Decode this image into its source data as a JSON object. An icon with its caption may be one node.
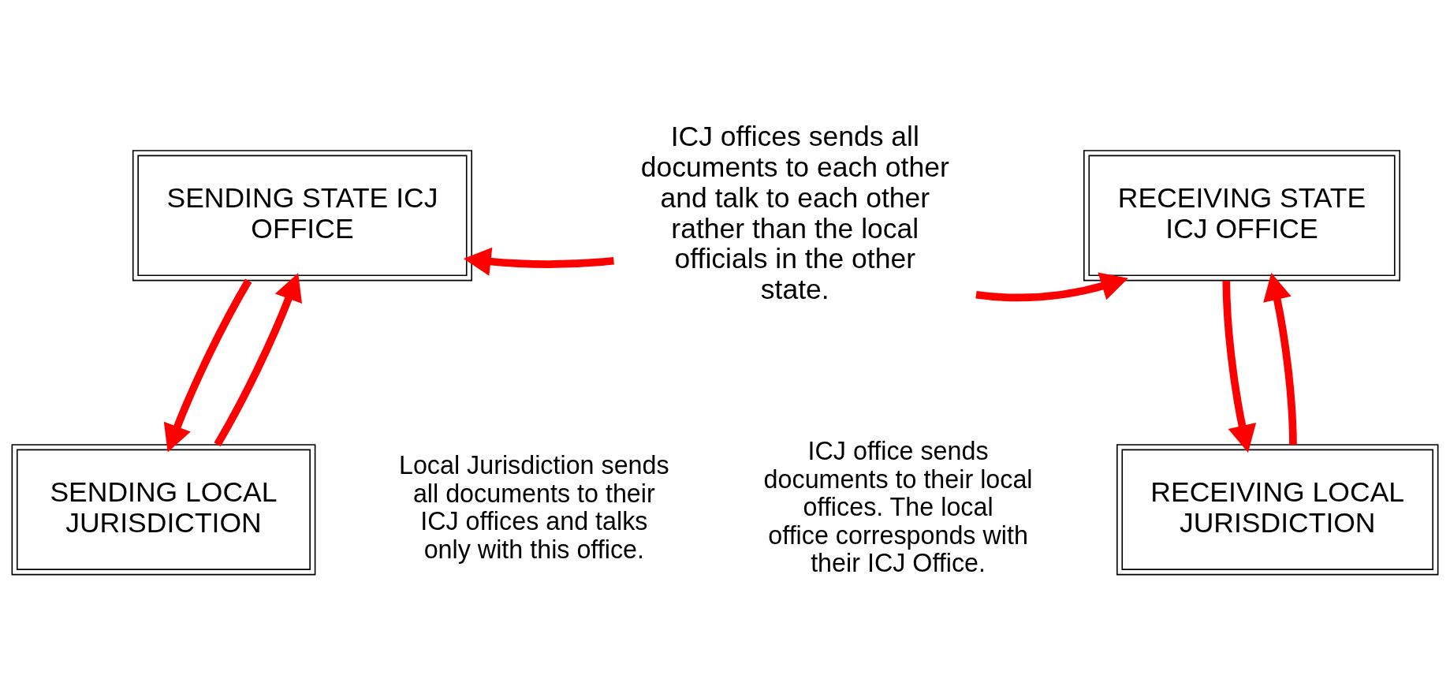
{
  "diagram": {
    "nodes": [
      {
        "text": [
          "SENDING STATE ICJ OFFICE"
        ]
      },
      {
        "text": [
          "RECEIVING STATE ICJ OFFICE"
        ]
      },
      {
        "text": [
          "ICJ offices sends all documents to each other and talk to each other rather than the local officials in the other state."
        ]
      },
      {
        "text": [
          "SENDING LOCAL JURISDICTION"
        ]
      },
      {
        "text": [
          "RECEIVING LOCAL JURISDICTION"
        ]
      }
    ],
    "edges": [
      {
        "from": 2,
        "to": 0,
        "arrow": "to"
      },
      {
        "from": 2,
        "to": 1,
        "arrow": "to"
      },
      {
        "from": 3,
        "to": 0,
        "arrow": "to"
      },
      {
        "from": 0,
        "to": 3,
        "arrow": "to"
      },
      {
        "from": 1,
        "to": 4,
        "arrow": "to"
      },
      {
        "from": 4,
        "to": 1,
        "arrow": "to"
      }
    ],
    "labels": [
      "Local Jurisdiction sends all documents to their ICJ offices and talks only with this office.",
      "ICJ office sends documents to their local offices. The local office corresponds with their ICJ Office."
    ]
  }
}
